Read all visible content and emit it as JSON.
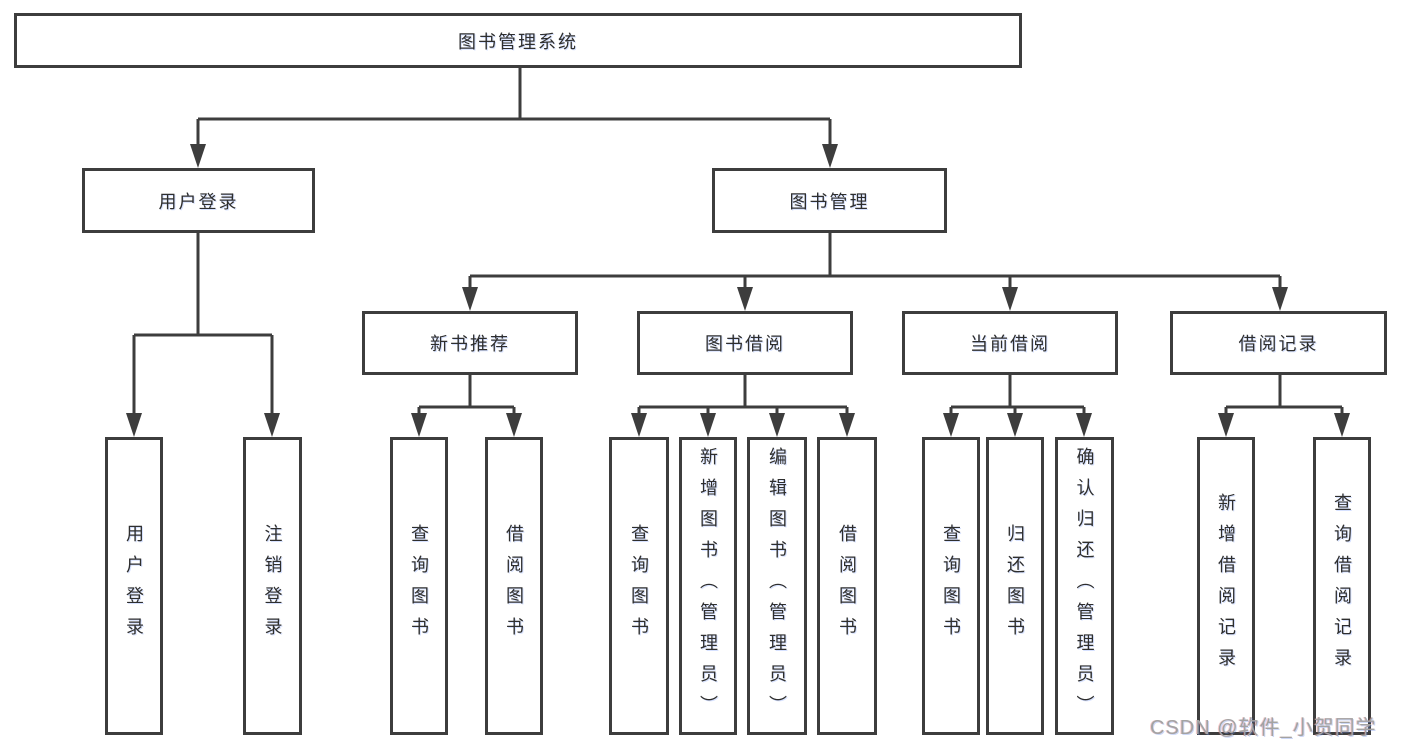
{
  "colors": {
    "line": "#3d3d3d",
    "box_border": "#3d3d3d",
    "box_fill": "#ffffff",
    "text": "#2e2e2e",
    "watermark": "#a3a3a3",
    "background": "#ffffff"
  },
  "diagram": {
    "root": {
      "label": "图书管理系统"
    },
    "level2": [
      {
        "label": "用户登录"
      },
      {
        "label": "图书管理"
      }
    ],
    "level3": [
      {
        "label": "新书推荐"
      },
      {
        "label": "图书借阅"
      },
      {
        "label": "当前借阅"
      },
      {
        "label": "借阅记录"
      }
    ],
    "leaves": {
      "user_login": [
        {
          "label": "用户登录"
        },
        {
          "label": "注销登录"
        }
      ],
      "new_books": [
        {
          "label": "查询图书"
        },
        {
          "label": "借阅图书"
        }
      ],
      "borrowing": [
        {
          "label": "查询图书"
        },
        {
          "label": "新增图书（管理员）"
        },
        {
          "label": "编辑图书（管理员）"
        },
        {
          "label": "借阅图书"
        }
      ],
      "current": [
        {
          "label": "查询图书"
        },
        {
          "label": "归还图书"
        },
        {
          "label": "确认归还（管理员）"
        }
      ],
      "records": [
        {
          "label": "新增借阅记录"
        },
        {
          "label": "查询借阅记录"
        }
      ]
    }
  },
  "watermark": {
    "text": "CSDN @软件_小贺同学"
  }
}
